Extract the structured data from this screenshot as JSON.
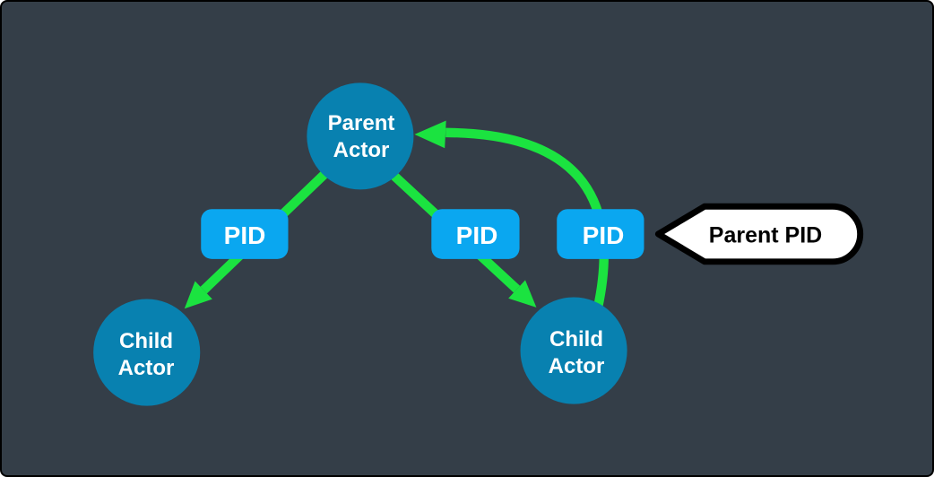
{
  "colors": {
    "background": "#343E48",
    "frame_border": "#000000",
    "actor_fill": "#0881B0",
    "pid_fill": "#0AA7F0",
    "arrow_green": "#1BE340",
    "callout_fill": "#FFFFFF",
    "callout_border": "#000000",
    "node_text": "#FFFFFF",
    "callout_text": "#000000"
  },
  "nodes": {
    "parent": {
      "line1": "Parent",
      "line2": "Actor"
    },
    "child_left": {
      "line1": "Child",
      "line2": "Actor"
    },
    "child_right": {
      "line1": "Child",
      "line2": "Actor"
    }
  },
  "pid_boxes": [
    {
      "label": "PID"
    },
    {
      "label": "PID"
    },
    {
      "label": "PID"
    }
  ],
  "callout": {
    "label": "Parent PID"
  },
  "arrows": {
    "spawn_left": "parent-to-left-child",
    "spawn_right": "parent-to-right-child",
    "return_curved": "child-pid-to-parent"
  }
}
